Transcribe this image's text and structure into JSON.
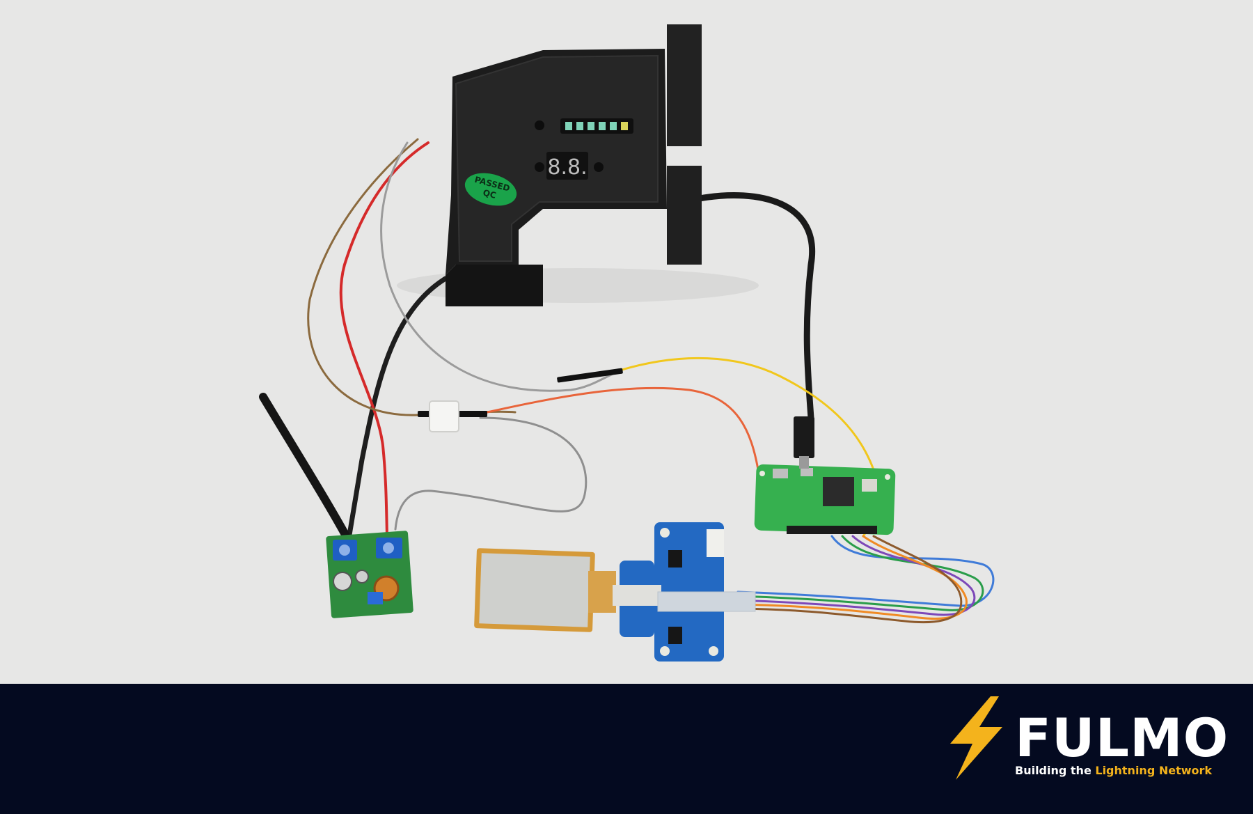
{
  "photo": {
    "device_labels": {
      "qc_sticker_line1": "PASSED",
      "qc_sticker_line2": "QC",
      "segment_display": "8.8."
    },
    "colors": {
      "background": "#e7e7e6",
      "banner": "#040a20",
      "accent": "#f4b31c",
      "text": "#ffffff"
    }
  },
  "brand": {
    "logo_icon": "lightning-bolt-icon",
    "name": "FULMO",
    "tagline_prefix": "Building the ",
    "tagline_accent": "Lightning Network"
  }
}
